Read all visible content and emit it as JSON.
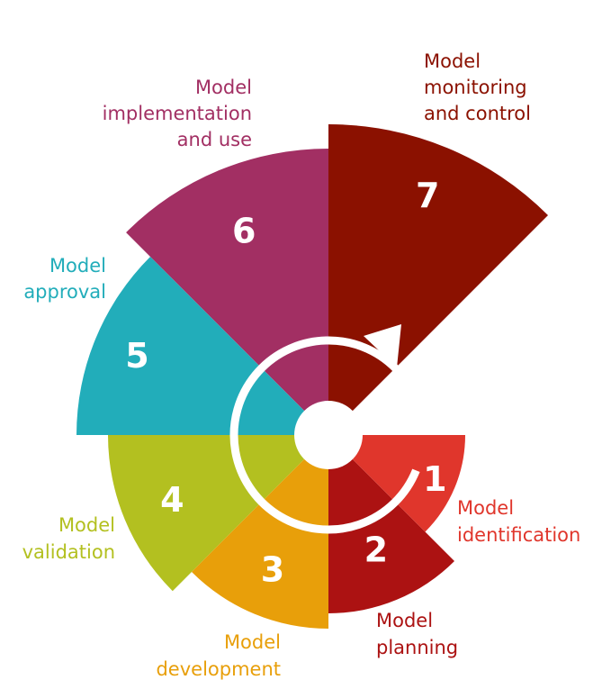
{
  "segments": [
    {
      "number": "1",
      "label_lines": [
        "Model",
        "identification"
      ],
      "color": "#e0362c"
    },
    {
      "number": "2",
      "label_lines": [
        "Model",
        "planning"
      ],
      "color": "#ac1212"
    },
    {
      "number": "3",
      "label_lines": [
        "Model",
        "development"
      ],
      "color": "#e89f0a"
    },
    {
      "number": "4",
      "label_lines": [
        "Model",
        "validation"
      ],
      "color": "#b3c020"
    },
    {
      "number": "5",
      "label_lines": [
        "Model",
        "approval"
      ],
      "color": "#22adba"
    },
    {
      "number": "6",
      "label_lines": [
        "Model",
        "implementation",
        "and use"
      ],
      "color": "#a22f63"
    },
    {
      "number": "7",
      "label_lines": [
        "Model",
        "monitoring",
        "and control"
      ],
      "color": "#8b1100"
    }
  ],
  "cycle_arrow": {
    "icon": "circular-arrow-icon",
    "color": "#ffffff"
  }
}
